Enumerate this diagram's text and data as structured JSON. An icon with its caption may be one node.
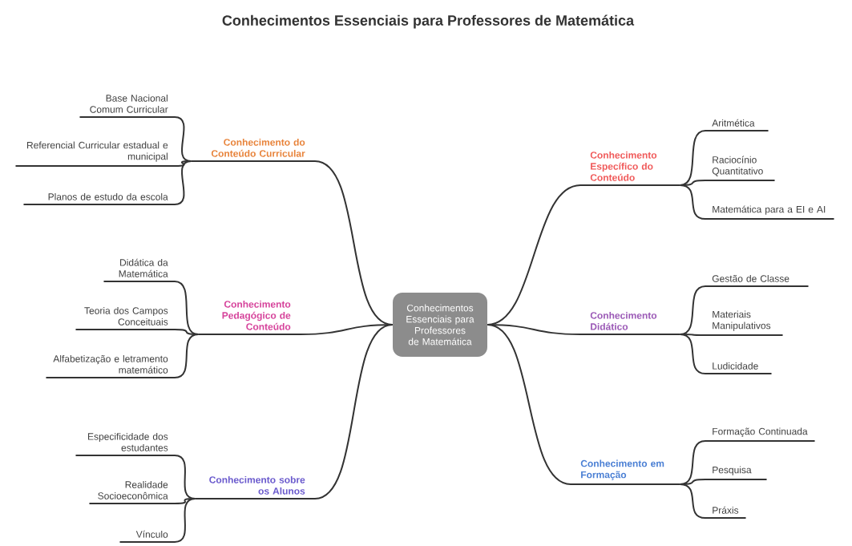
{
  "diagram": {
    "title": "Conhecimentos Essenciais para Professores de Matemática",
    "nodes": [
      {
        "text": [
          "Conhecimentos Essenciais para Professores de Matemática"
        ]
      },
      {
        "text": [
          "Conhecimento do Conteúdo Curricular"
        ]
      },
      {
        "text": [
          "Base Nacional Comum Curricular"
        ]
      },
      {
        "text": [
          "Referencial Curricular estadual e municipal"
        ]
      },
      {
        "text": [
          "Planos de estudo da escola"
        ]
      },
      {
        "text": [
          "Conhecimento Pedagógico de Conteúdo"
        ]
      },
      {
        "text": [
          "Didática da Matemática"
        ]
      },
      {
        "text": [
          "Teoria dos Campos Conceituais"
        ]
      },
      {
        "text": [
          "Alfabetização e letramento matemático"
        ]
      },
      {
        "text": [
          "Conhecimento sobre os Alunos"
        ]
      },
      {
        "text": [
          "Especificidade dos estudantes"
        ]
      },
      {
        "text": [
          "Realidade Socioeconômica"
        ]
      },
      {
        "text": [
          "Vínculo"
        ]
      },
      {
        "text": [
          "Conhecimento Específico do Conteúdo"
        ]
      },
      {
        "text": [
          "Aritmética"
        ]
      },
      {
        "text": [
          "Raciocínio Quantitativo"
        ]
      },
      {
        "text": [
          "Matemática para a EI e AI"
        ]
      },
      {
        "text": [
          "Conhecimento Didático"
        ]
      },
      {
        "text": [
          "Gestão de Classe"
        ]
      },
      {
        "text": [
          "Materiais Manipulativos"
        ]
      },
      {
        "text": [
          "Ludicidade"
        ]
      },
      {
        "text": [
          "Conhecimento em Formação"
        ]
      },
      {
        "text": [
          "Formação Continuada"
        ]
      },
      {
        "text": [
          "Pesquisa"
        ]
      },
      {
        "text": [
          "Práxis"
        ]
      }
    ],
    "edges": [
      {
        "from": 0,
        "to": 1,
        "arrow": "none"
      },
      {
        "from": 1,
        "to": 2,
        "arrow": "none"
      },
      {
        "from": 1,
        "to": 3,
        "arrow": "none"
      },
      {
        "from": 1,
        "to": 4,
        "arrow": "none"
      },
      {
        "from": 0,
        "to": 5,
        "arrow": "none"
      },
      {
        "from": 5,
        "to": 6,
        "arrow": "none"
      },
      {
        "from": 5,
        "to": 7,
        "arrow": "none"
      },
      {
        "from": 5,
        "to": 8,
        "arrow": "none"
      },
      {
        "from": 0,
        "to": 9,
        "arrow": "none"
      },
      {
        "from": 9,
        "to": 10,
        "arrow": "none"
      },
      {
        "from": 9,
        "to": 11,
        "arrow": "none"
      },
      {
        "from": 9,
        "to": 12,
        "arrow": "none"
      },
      {
        "from": 0,
        "to": 13,
        "arrow": "none"
      },
      {
        "from": 13,
        "to": 14,
        "arrow": "none"
      },
      {
        "from": 13,
        "to": 15,
        "arrow": "none"
      },
      {
        "from": 13,
        "to": 16,
        "arrow": "none"
      },
      {
        "from": 0,
        "to": 17,
        "arrow": "none"
      },
      {
        "from": 17,
        "to": 18,
        "arrow": "none"
      },
      {
        "from": 17,
        "to": 19,
        "arrow": "none"
      },
      {
        "from": 17,
        "to": 20,
        "arrow": "none"
      },
      {
        "from": 0,
        "to": 21,
        "arrow": "none"
      },
      {
        "from": 21,
        "to": 22,
        "arrow": "none"
      },
      {
        "from": 21,
        "to": 23,
        "arrow": "none"
      },
      {
        "from": 21,
        "to": 24,
        "arrow": "none"
      }
    ]
  }
}
